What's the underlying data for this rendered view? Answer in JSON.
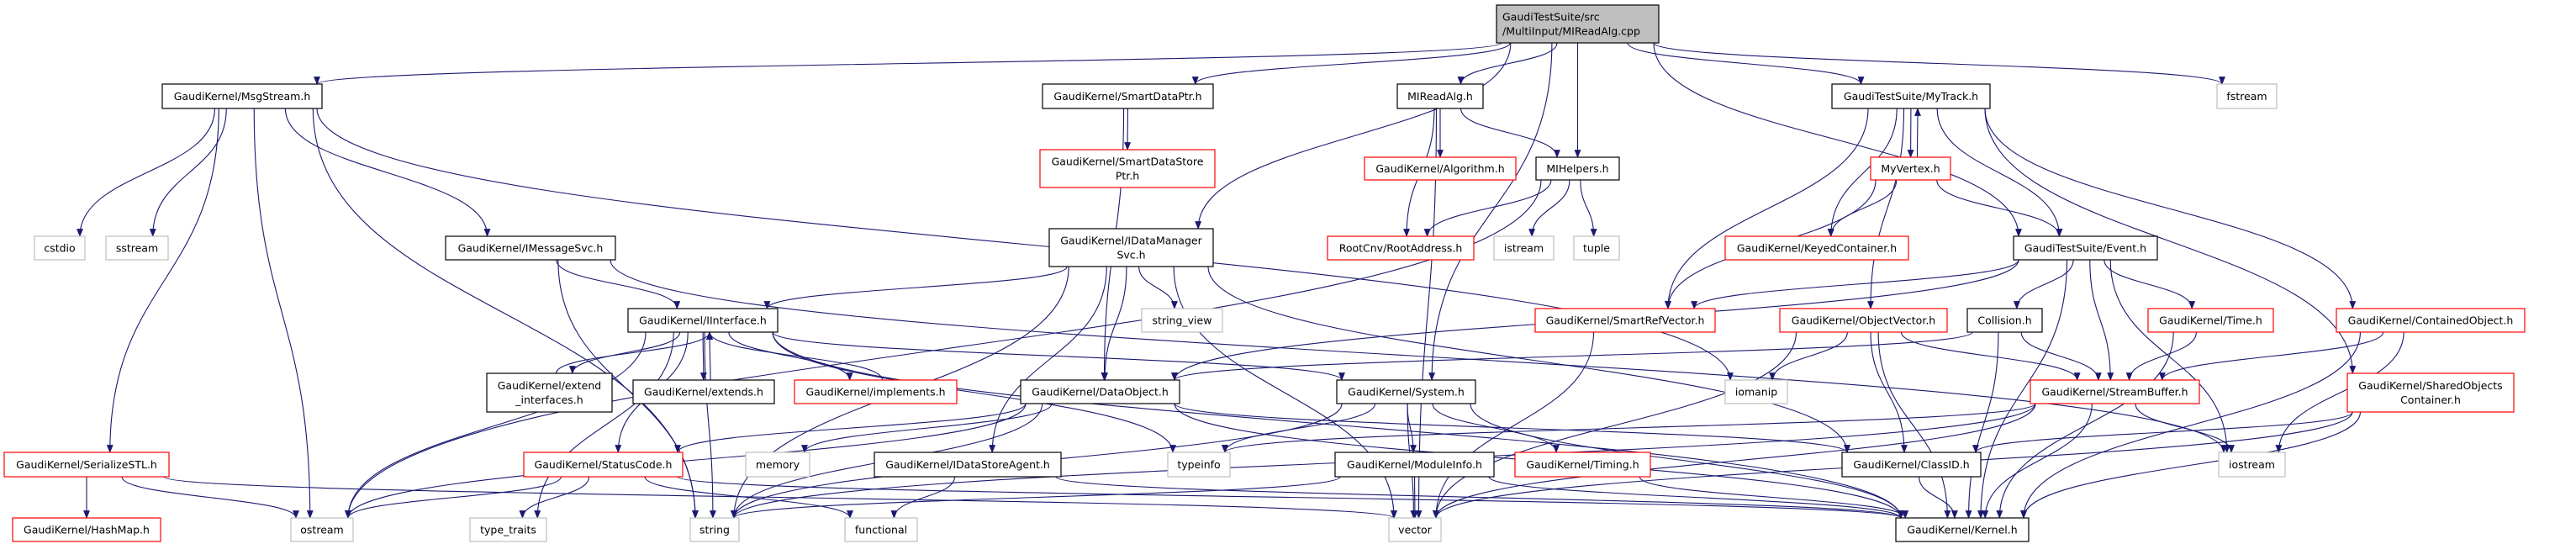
{
  "colors": {
    "edge": "#191970",
    "root_fill": "#bfbfbf",
    "documented_border": "#000000",
    "truncated_border": "#ff0000",
    "external_border": "#bfbfbf"
  },
  "nodes": [
    {
      "id": "root",
      "kind": "root",
      "lines": [
        "GaudiTestSuite/src",
        "/MultiInput/MIReadAlg.cpp"
      ]
    },
    {
      "id": "msgstream",
      "kind": "doc",
      "lines": [
        "GaudiKernel/MsgStream.h"
      ]
    },
    {
      "id": "smartdataptr",
      "kind": "doc",
      "lines": [
        "GaudiKernel/SmartDataPtr.h"
      ]
    },
    {
      "id": "mireadalg",
      "kind": "doc",
      "lines": [
        "MIReadAlg.h"
      ]
    },
    {
      "id": "mytrack",
      "kind": "doc",
      "lines": [
        "GaudiTestSuite/MyTrack.h"
      ]
    },
    {
      "id": "fstream",
      "kind": "ext",
      "lines": [
        "fstream"
      ]
    },
    {
      "id": "smartdatastoreptr",
      "kind": "trunc",
      "lines": [
        "GaudiKernel/SmartDataStore",
        "Ptr.h"
      ]
    },
    {
      "id": "algorithm",
      "kind": "trunc",
      "lines": [
        "GaudiKernel/Algorithm.h"
      ]
    },
    {
      "id": "mihelpers",
      "kind": "doc",
      "lines": [
        "MIHelpers.h"
      ]
    },
    {
      "id": "myvertex",
      "kind": "trunc",
      "lines": [
        "MyVertex.h"
      ]
    },
    {
      "id": "cstdio",
      "kind": "ext",
      "lines": [
        "cstdio"
      ]
    },
    {
      "id": "sstream",
      "kind": "ext",
      "lines": [
        "sstream"
      ]
    },
    {
      "id": "imessagesvc",
      "kind": "doc",
      "lines": [
        "GaudiKernel/IMessageSvc.h"
      ]
    },
    {
      "id": "idatamanagersvc",
      "kind": "doc",
      "lines": [
        "GaudiKernel/IDataManager",
        "Svc.h"
      ]
    },
    {
      "id": "rootaddress",
      "kind": "trunc",
      "lines": [
        "RootCnv/RootAddress.h"
      ]
    },
    {
      "id": "istream",
      "kind": "ext",
      "lines": [
        "istream"
      ]
    },
    {
      "id": "tuple",
      "kind": "ext",
      "lines": [
        "tuple"
      ]
    },
    {
      "id": "keyedcontainer",
      "kind": "trunc",
      "lines": [
        "GaudiKernel/KeyedContainer.h"
      ]
    },
    {
      "id": "event",
      "kind": "doc",
      "lines": [
        "GaudiTestSuite/Event.h"
      ]
    },
    {
      "id": "iinterface",
      "kind": "doc",
      "lines": [
        "GaudiKernel/IInterface.h"
      ]
    },
    {
      "id": "string_view",
      "kind": "ext",
      "lines": [
        "string_view"
      ]
    },
    {
      "id": "smartrefvector",
      "kind": "trunc",
      "lines": [
        "GaudiKernel/SmartRefVector.h"
      ]
    },
    {
      "id": "objectvector",
      "kind": "trunc",
      "lines": [
        "GaudiKernel/ObjectVector.h"
      ]
    },
    {
      "id": "collision",
      "kind": "doc",
      "lines": [
        "Collision.h"
      ]
    },
    {
      "id": "time",
      "kind": "trunc",
      "lines": [
        "GaudiKernel/Time.h"
      ]
    },
    {
      "id": "containedobject",
      "kind": "trunc",
      "lines": [
        "GaudiKernel/ContainedObject.h"
      ]
    },
    {
      "id": "extend_interfaces",
      "kind": "doc",
      "lines": [
        "GaudiKernel/extend",
        "_interfaces.h"
      ]
    },
    {
      "id": "extends",
      "kind": "doc",
      "lines": [
        "GaudiKernel/extends.h"
      ]
    },
    {
      "id": "implements",
      "kind": "trunc",
      "lines": [
        "GaudiKernel/implements.h"
      ]
    },
    {
      "id": "dataobject",
      "kind": "doc",
      "lines": [
        "GaudiKernel/DataObject.h"
      ]
    },
    {
      "id": "system",
      "kind": "doc",
      "lines": [
        "GaudiKernel/System.h"
      ]
    },
    {
      "id": "iomanip",
      "kind": "ext",
      "lines": [
        "iomanip"
      ]
    },
    {
      "id": "streambuffer",
      "kind": "trunc",
      "lines": [
        "GaudiKernel/StreamBuffer.h"
      ]
    },
    {
      "id": "sharedobjects",
      "kind": "trunc",
      "lines": [
        "GaudiKernel/SharedObjects",
        "Container.h"
      ]
    },
    {
      "id": "serializestl",
      "kind": "trunc",
      "lines": [
        "GaudiKernel/SerializeSTL.h"
      ]
    },
    {
      "id": "statuscode",
      "kind": "trunc",
      "lines": [
        "GaudiKernel/StatusCode.h"
      ]
    },
    {
      "id": "memory",
      "kind": "ext",
      "lines": [
        "memory"
      ]
    },
    {
      "id": "idatastoreagent",
      "kind": "doc",
      "lines": [
        "GaudiKernel/IDataStoreAgent.h"
      ]
    },
    {
      "id": "typeinfo",
      "kind": "ext",
      "lines": [
        "typeinfo"
      ]
    },
    {
      "id": "moduleinfo",
      "kind": "doc",
      "lines": [
        "GaudiKernel/ModuleInfo.h"
      ]
    },
    {
      "id": "timing",
      "kind": "trunc",
      "lines": [
        "GaudiKernel/Timing.h"
      ]
    },
    {
      "id": "classid",
      "kind": "doc",
      "lines": [
        "GaudiKernel/ClassID.h"
      ]
    },
    {
      "id": "iostream",
      "kind": "ext",
      "lines": [
        "iostream"
      ]
    },
    {
      "id": "hashmap",
      "kind": "trunc",
      "lines": [
        "GaudiKernel/HashMap.h"
      ]
    },
    {
      "id": "ostream",
      "kind": "ext",
      "lines": [
        "ostream"
      ]
    },
    {
      "id": "type_traits",
      "kind": "ext",
      "lines": [
        "type_traits"
      ]
    },
    {
      "id": "string",
      "kind": "ext",
      "lines": [
        "string"
      ]
    },
    {
      "id": "functional",
      "kind": "ext",
      "lines": [
        "functional"
      ]
    },
    {
      "id": "vector",
      "kind": "ext",
      "lines": [
        "vector"
      ]
    },
    {
      "id": "kernel",
      "kind": "doc",
      "lines": [
        "GaudiKernel/Kernel.h"
      ]
    }
  ],
  "edges": [
    [
      "root",
      "msgstream"
    ],
    [
      "root",
      "smartdataptr"
    ],
    [
      "root",
      "mireadalg"
    ],
    [
      "root",
      "mihelpers"
    ],
    [
      "root",
      "idatamanagersvc"
    ],
    [
      "root",
      "system"
    ],
    [
      "root",
      "mytrack"
    ],
    [
      "root",
      "event"
    ],
    [
      "root",
      "fstream"
    ],
    [
      "msgstream",
      "cstdio"
    ],
    [
      "msgstream",
      "sstream"
    ],
    [
      "msgstream",
      "imessagesvc"
    ],
    [
      "msgstream",
      "serializestl"
    ],
    [
      "msgstream",
      "string"
    ],
    [
      "msgstream",
      "ostream"
    ],
    [
      "msgstream",
      "iomanip"
    ],
    [
      "smartdataptr",
      "smartdatastoreptr"
    ],
    [
      "smartdataptr",
      "dataobject"
    ],
    [
      "mireadalg",
      "algorithm"
    ],
    [
      "mireadalg",
      "mihelpers"
    ],
    [
      "mireadalg",
      "rootaddress"
    ],
    [
      "mireadalg",
      "vector"
    ],
    [
      "mihelpers",
      "rootaddress"
    ],
    [
      "mihelpers",
      "istream"
    ],
    [
      "mihelpers",
      "tuple"
    ],
    [
      "mihelpers",
      "ostream"
    ],
    [
      "imessagesvc",
      "iinterface"
    ],
    [
      "imessagesvc",
      "string"
    ],
    [
      "imessagesvc",
      "iostream"
    ],
    [
      "idatamanagersvc",
      "iinterface"
    ],
    [
      "idatamanagersvc",
      "dataobject"
    ],
    [
      "idatamanagersvc",
      "string_view"
    ],
    [
      "idatamanagersvc",
      "string"
    ],
    [
      "idatamanagersvc",
      "vector"
    ],
    [
      "idatamanagersvc",
      "idatastoreagent"
    ],
    [
      "idatamanagersvc",
      "classid"
    ],
    [
      "iinterface",
      "extend_interfaces"
    ],
    [
      "iinterface",
      "extends"
    ],
    [
      "iinterface",
      "implements"
    ],
    [
      "iinterface",
      "statuscode"
    ],
    [
      "iinterface",
      "ostream"
    ],
    [
      "iinterface",
      "type_traits"
    ],
    [
      "iinterface",
      "string"
    ],
    [
      "iinterface",
      "typeinfo"
    ],
    [
      "iinterface",
      "system"
    ],
    [
      "iinterface",
      "kernel"
    ],
    [
      "extend_interfaces",
      "iinterface"
    ],
    [
      "extends",
      "iinterface"
    ],
    [
      "implements",
      "iinterface"
    ],
    [
      "serializestl",
      "hashmap"
    ],
    [
      "serializestl",
      "ostream"
    ],
    [
      "serializestl",
      "vector"
    ],
    [
      "statuscode",
      "ostream"
    ],
    [
      "statuscode",
      "type_traits"
    ],
    [
      "statuscode",
      "functional"
    ],
    [
      "statuscode",
      "kernel"
    ],
    [
      "dataobject",
      "statuscode"
    ],
    [
      "dataobject",
      "memory"
    ],
    [
      "dataobject",
      "string"
    ],
    [
      "dataobject",
      "ostream"
    ],
    [
      "dataobject",
      "classid"
    ],
    [
      "dataobject",
      "kernel"
    ],
    [
      "system",
      "typeinfo"
    ],
    [
      "system",
      "string"
    ],
    [
      "system",
      "vector"
    ],
    [
      "system",
      "moduleinfo"
    ],
    [
      "system",
      "timing"
    ],
    [
      "system",
      "kernel"
    ],
    [
      "idatastoreagent",
      "functional"
    ],
    [
      "idatastoreagent",
      "kernel"
    ],
    [
      "moduleinfo",
      "string"
    ],
    [
      "moduleinfo",
      "vector"
    ],
    [
      "moduleinfo",
      "kernel"
    ],
    [
      "timing",
      "kernel"
    ],
    [
      "mytrack",
      "myvertex"
    ],
    [
      "mytrack",
      "keyedcontainer"
    ],
    [
      "mytrack",
      "event"
    ],
    [
      "mytrack",
      "smartrefvector"
    ],
    [
      "mytrack",
      "objectvector"
    ],
    [
      "mytrack",
      "containedobject"
    ],
    [
      "mytrack",
      "sharedobjects"
    ],
    [
      "myvertex",
      "mytrack"
    ],
    [
      "myvertex",
      "keyedcontainer"
    ],
    [
      "myvertex",
      "event"
    ],
    [
      "myvertex",
      "smartrefvector"
    ],
    [
      "event",
      "smartrefvector"
    ],
    [
      "event",
      "dataobject"
    ],
    [
      "event",
      "collision"
    ],
    [
      "event",
      "streambuffer"
    ],
    [
      "event",
      "time"
    ],
    [
      "event",
      "iostream"
    ],
    [
      "event",
      "kernel"
    ],
    [
      "smartrefvector",
      "vector"
    ],
    [
      "objectvector",
      "iomanip"
    ],
    [
      "objectvector",
      "streambuffer"
    ],
    [
      "objectvector",
      "classid"
    ],
    [
      "objectvector",
      "kernel"
    ],
    [
      "objectvector",
      "vector"
    ],
    [
      "collision",
      "dataobject"
    ],
    [
      "collision",
      "streambuffer"
    ],
    [
      "collision",
      "kernel"
    ],
    [
      "time",
      "streambuffer"
    ],
    [
      "time",
      "kernel"
    ],
    [
      "containedobject",
      "streambuffer"
    ],
    [
      "containedobject",
      "iostream"
    ],
    [
      "containedobject",
      "kernel"
    ],
    [
      "streambuffer",
      "typeinfo"
    ],
    [
      "streambuffer",
      "string"
    ],
    [
      "streambuffer",
      "vector"
    ],
    [
      "streambuffer",
      "iostream"
    ],
    [
      "streambuffer",
      "kernel"
    ],
    [
      "sharedobjects",
      "classid"
    ],
    [
      "sharedobjects",
      "kernel"
    ],
    [
      "sharedobjects",
      "vector"
    ],
    [
      "classid",
      "kernel"
    ]
  ]
}
